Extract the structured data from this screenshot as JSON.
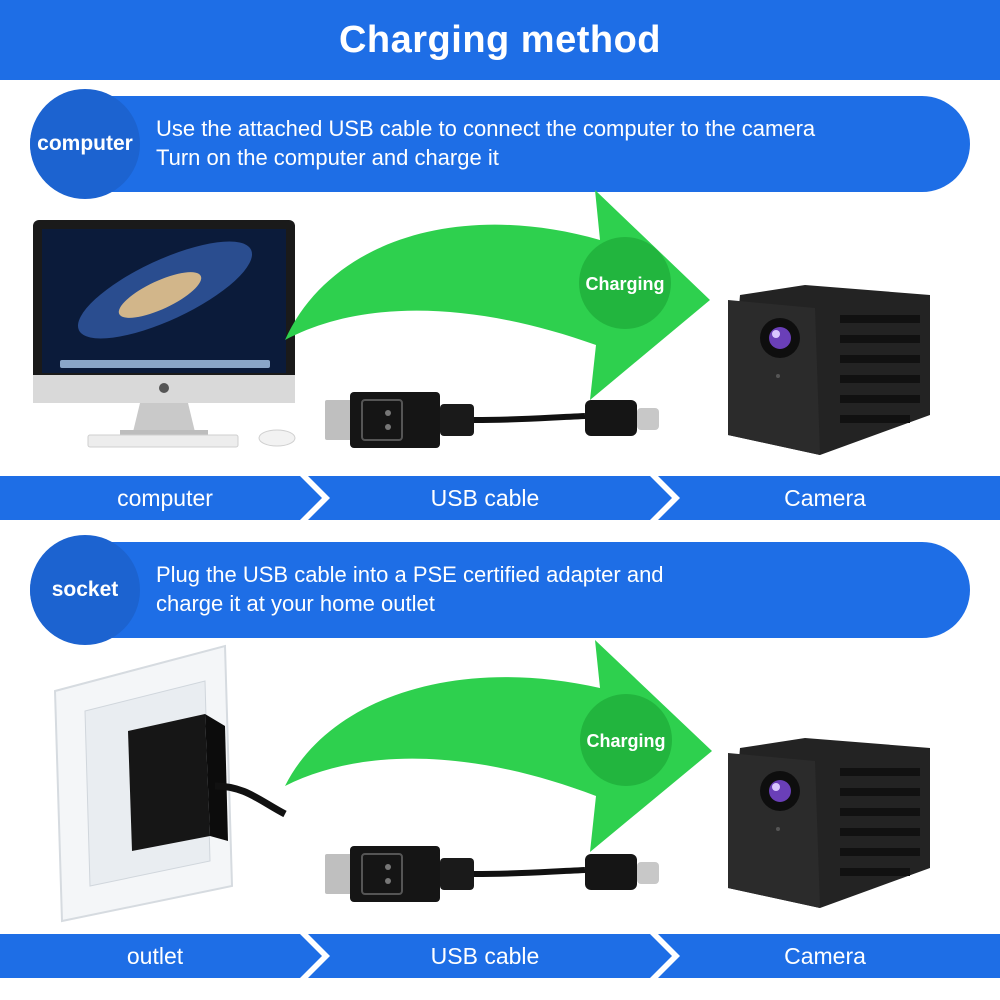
{
  "title": "Charging method",
  "sections": [
    {
      "badge": "computer",
      "instructions": [
        "Use the attached USB cable to connect the computer to the camera",
        "Turn on the computer and charge it"
      ],
      "charging_label": "Charging",
      "steps": [
        "computer",
        "USB cable",
        "Camera"
      ]
    },
    {
      "badge": "socket",
      "instructions": [
        "Plug the USB cable into a PSE certified adapter and",
        "charge it at your home outlet"
      ],
      "charging_label": "Charging",
      "steps": [
        "outlet",
        "USB cable",
        "Camera"
      ]
    }
  ],
  "colors": {
    "primary_blue": "#1e6ee6",
    "badge_blue": "#1c63d0",
    "arrow_green": "#2ed04e",
    "camera_black": "#1d1d1d"
  },
  "icons": [
    "imac-computer-icon",
    "usb-cable-icon",
    "camera-cube-icon",
    "wall-outlet-adapter-icon"
  ]
}
